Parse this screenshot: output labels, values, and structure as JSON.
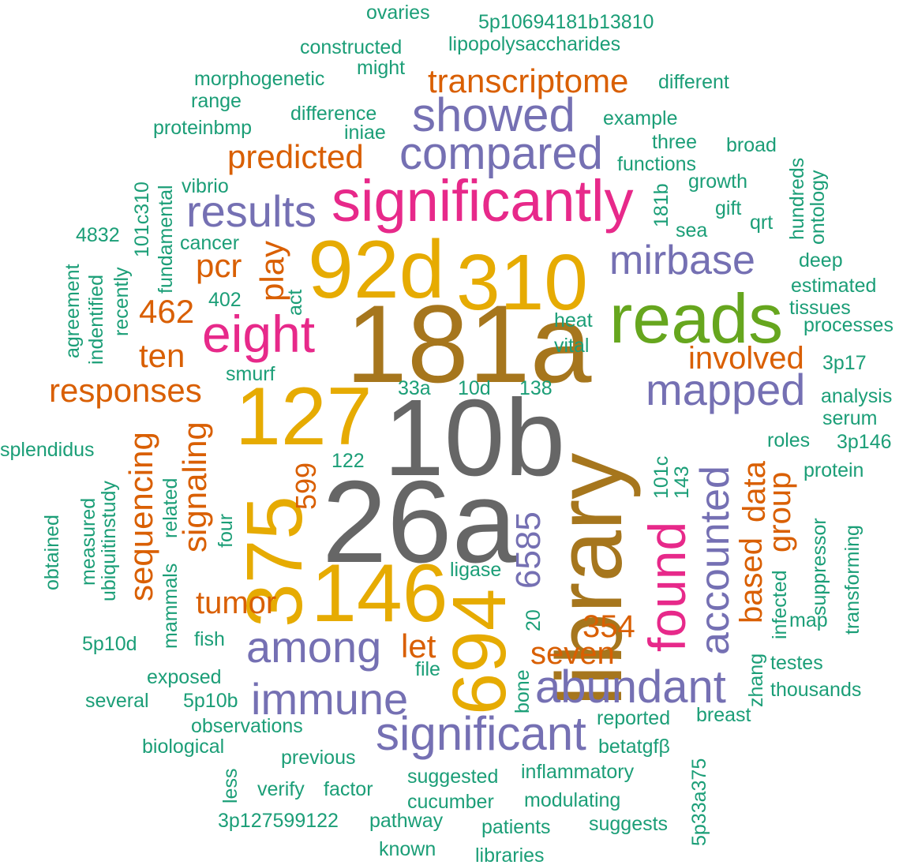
{
  "colors": {
    "gray": "#666666",
    "olive": "#A6761D",
    "gold": "#E6AB02",
    "magenta": "#E7298A",
    "green": "#66A61E",
    "purple": "#7570B3",
    "orange": "#D95F02",
    "teal": "#1B9E77"
  },
  "words": [
    {
      "text": "10b",
      "color": "gray"
    },
    {
      "text": "26a",
      "color": "gray"
    },
    {
      "text": "181a",
      "color": "olive"
    },
    {
      "text": "library",
      "color": "olive"
    },
    {
      "text": "92d",
      "color": "gold"
    },
    {
      "text": "310",
      "color": "gold"
    },
    {
      "text": "127",
      "color": "gold"
    },
    {
      "text": "375",
      "color": "gold"
    },
    {
      "text": "146",
      "color": "gold"
    },
    {
      "text": "694",
      "color": "gold"
    },
    {
      "text": "significantly",
      "color": "magenta"
    },
    {
      "text": "eight",
      "color": "magenta"
    },
    {
      "text": "found",
      "color": "magenta"
    },
    {
      "text": "reads",
      "color": "green"
    },
    {
      "text": "showed",
      "color": "purple"
    },
    {
      "text": "compared",
      "color": "purple"
    },
    {
      "text": "results",
      "color": "purple"
    },
    {
      "text": "mirbase",
      "color": "purple"
    },
    {
      "text": "mapped",
      "color": "purple"
    },
    {
      "text": "among",
      "color": "purple"
    },
    {
      "text": "immune",
      "color": "purple"
    },
    {
      "text": "abundant",
      "color": "purple"
    },
    {
      "text": "significant",
      "color": "purple"
    },
    {
      "text": "accounted",
      "color": "purple"
    },
    {
      "text": "6585",
      "color": "purple"
    },
    {
      "text": "transcriptome",
      "color": "orange"
    },
    {
      "text": "predicted",
      "color": "orange"
    },
    {
      "text": "pcr",
      "color": "orange"
    },
    {
      "text": "play",
      "color": "orange"
    },
    {
      "text": "462",
      "color": "orange"
    },
    {
      "text": "ten",
      "color": "orange"
    },
    {
      "text": "involved",
      "color": "orange"
    },
    {
      "text": "responses",
      "color": "orange"
    },
    {
      "text": "sequencing",
      "color": "orange"
    },
    {
      "text": "signaling",
      "color": "orange"
    },
    {
      "text": "599",
      "color": "orange"
    },
    {
      "text": "tumor",
      "color": "orange"
    },
    {
      "text": "let",
      "color": "orange"
    },
    {
      "text": "seven",
      "color": "orange"
    },
    {
      "text": "354",
      "color": "orange"
    },
    {
      "text": "based",
      "color": "orange"
    },
    {
      "text": "data",
      "color": "orange"
    },
    {
      "text": "group",
      "color": "orange"
    },
    {
      "text": "ovaries",
      "color": "teal"
    },
    {
      "text": "5p10694181b13810",
      "color": "teal"
    },
    {
      "text": "constructed",
      "color": "teal"
    },
    {
      "text": "lipopolysaccharides",
      "color": "teal"
    },
    {
      "text": "morphogenetic",
      "color": "teal"
    },
    {
      "text": "might",
      "color": "teal"
    },
    {
      "text": "different",
      "color": "teal"
    },
    {
      "text": "range",
      "color": "teal"
    },
    {
      "text": "difference",
      "color": "teal"
    },
    {
      "text": "example",
      "color": "teal"
    },
    {
      "text": "proteinbmp",
      "color": "teal"
    },
    {
      "text": "iniae",
      "color": "teal"
    },
    {
      "text": "three",
      "color": "teal"
    },
    {
      "text": "broad",
      "color": "teal"
    },
    {
      "text": "functions",
      "color": "teal"
    },
    {
      "text": "101c310",
      "color": "teal"
    },
    {
      "text": "fundamental",
      "color": "teal"
    },
    {
      "text": "vibrio",
      "color": "teal"
    },
    {
      "text": "growth",
      "color": "teal"
    },
    {
      "text": "gift",
      "color": "teal"
    },
    {
      "text": "181b",
      "color": "teal"
    },
    {
      "text": "hundreds",
      "color": "teal"
    },
    {
      "text": "ontology",
      "color": "teal"
    },
    {
      "text": "4832",
      "color": "teal"
    },
    {
      "text": "cancer",
      "color": "teal"
    },
    {
      "text": "sea",
      "color": "teal"
    },
    {
      "text": "qrt",
      "color": "teal"
    },
    {
      "text": "deep",
      "color": "teal"
    },
    {
      "text": "agreement",
      "color": "teal"
    },
    {
      "text": "indentified",
      "color": "teal"
    },
    {
      "text": "recently",
      "color": "teal"
    },
    {
      "text": "402",
      "color": "teal"
    },
    {
      "text": "act",
      "color": "teal"
    },
    {
      "text": "estimated",
      "color": "teal"
    },
    {
      "text": "tissues",
      "color": "teal"
    },
    {
      "text": "heat",
      "color": "teal"
    },
    {
      "text": "processes",
      "color": "teal"
    },
    {
      "text": "vital",
      "color": "teal"
    },
    {
      "text": "3p17",
      "color": "teal"
    },
    {
      "text": "smurf",
      "color": "teal"
    },
    {
      "text": "33a",
      "color": "teal"
    },
    {
      "text": "10d",
      "color": "teal"
    },
    {
      "text": "138",
      "color": "teal"
    },
    {
      "text": "analysis",
      "color": "teal"
    },
    {
      "text": "serum",
      "color": "teal"
    },
    {
      "text": "splendidus",
      "color": "teal"
    },
    {
      "text": "122",
      "color": "teal"
    },
    {
      "text": "101c",
      "color": "teal"
    },
    {
      "text": "143",
      "color": "teal"
    },
    {
      "text": "roles",
      "color": "teal"
    },
    {
      "text": "3p146",
      "color": "teal"
    },
    {
      "text": "protein",
      "color": "teal"
    },
    {
      "text": "obtained",
      "color": "teal"
    },
    {
      "text": "measured",
      "color": "teal"
    },
    {
      "text": "ubiquitinstudy",
      "color": "teal"
    },
    {
      "text": "mammals",
      "color": "teal"
    },
    {
      "text": "related",
      "color": "teal"
    },
    {
      "text": "four",
      "color": "teal"
    },
    {
      "text": "suppressor",
      "color": "teal"
    },
    {
      "text": "transforming",
      "color": "teal"
    },
    {
      "text": "ligase",
      "color": "teal"
    },
    {
      "text": "infected",
      "color": "teal"
    },
    {
      "text": "map",
      "color": "teal"
    },
    {
      "text": "20",
      "color": "teal"
    },
    {
      "text": "5p10d",
      "color": "teal"
    },
    {
      "text": "fish",
      "color": "teal"
    },
    {
      "text": "zhang",
      "color": "teal"
    },
    {
      "text": "testes",
      "color": "teal"
    },
    {
      "text": "file",
      "color": "teal"
    },
    {
      "text": "exposed",
      "color": "teal"
    },
    {
      "text": "bone",
      "color": "teal"
    },
    {
      "text": "thousands",
      "color": "teal"
    },
    {
      "text": "several",
      "color": "teal"
    },
    {
      "text": "5p10b",
      "color": "teal"
    },
    {
      "text": "breast",
      "color": "teal"
    },
    {
      "text": "observations",
      "color": "teal"
    },
    {
      "text": "reported",
      "color": "teal"
    },
    {
      "text": "biological",
      "color": "teal"
    },
    {
      "text": "betatgfβ",
      "color": "teal"
    },
    {
      "text": "previous",
      "color": "teal"
    },
    {
      "text": "5p33a375",
      "color": "teal"
    },
    {
      "text": "less",
      "color": "teal"
    },
    {
      "text": "suggested",
      "color": "teal"
    },
    {
      "text": "inflammatory",
      "color": "teal"
    },
    {
      "text": "verify",
      "color": "teal"
    },
    {
      "text": "factor",
      "color": "teal"
    },
    {
      "text": "modulating",
      "color": "teal"
    },
    {
      "text": "cucumber",
      "color": "teal"
    },
    {
      "text": "3p127599122",
      "color": "teal"
    },
    {
      "text": "pathway",
      "color": "teal"
    },
    {
      "text": "patients",
      "color": "teal"
    },
    {
      "text": "suggests",
      "color": "teal"
    },
    {
      "text": "known",
      "color": "teal"
    },
    {
      "text": "libraries",
      "color": "teal"
    }
  ]
}
